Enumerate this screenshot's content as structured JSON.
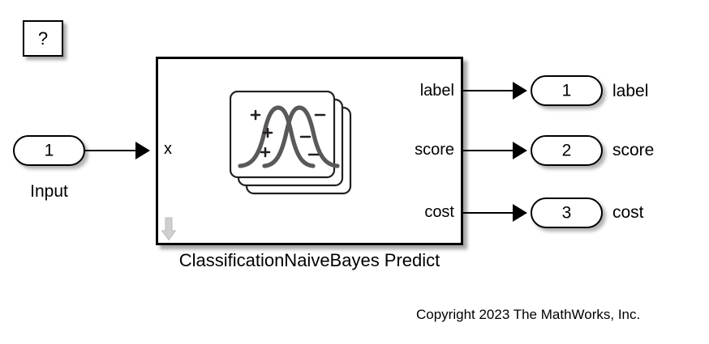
{
  "model": {
    "block_name": "ClassificationNaiveBayes Predict",
    "copyright": "Copyright 2023 The MathWorks, Inc.",
    "help_block": {
      "symbol": "?",
      "name": "help-annotation"
    },
    "input": {
      "port_number": "1",
      "label": "Input",
      "block_port_label": "x"
    },
    "block_output_labels": {
      "label": "label",
      "score": "score",
      "cost": "cost"
    },
    "outputs": [
      {
        "port_number": "1",
        "label": "label"
      },
      {
        "port_number": "2",
        "label": "score"
      },
      {
        "port_number": "3",
        "label": "cost"
      }
    ],
    "mask_icon": {
      "name": "naive-bayes-distributions-icon",
      "description": "two overlapping gaussian curves on stacked cards",
      "positive_markers": [
        "+",
        "+",
        "+"
      ],
      "negative_markers": [
        "−",
        "−",
        "−"
      ],
      "curve_color": "#595959",
      "card_border_color": "#231f20"
    },
    "mask_indicator": {
      "name": "subsystem-down-arrow",
      "color": "#c8c8c8"
    },
    "colors": {
      "background": "#ffffff",
      "line": "#000000",
      "text": "#000000",
      "shadow": "rgba(0,0,0,0.35)"
    }
  }
}
